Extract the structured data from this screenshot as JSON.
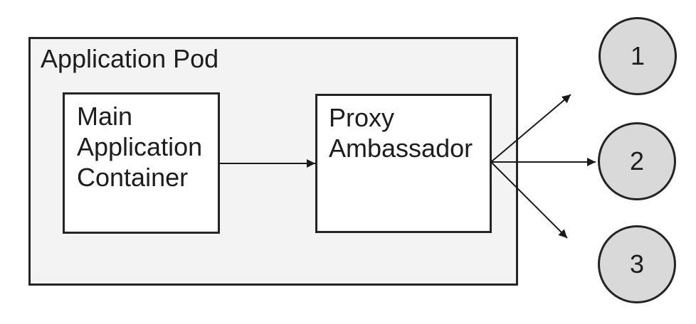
{
  "colors": {
    "background": "#ffffff",
    "pod_fill": "#f3f3f3",
    "node_fill": "#ffffff",
    "endpoint_fill": "#d9d9d9",
    "border": "#242424",
    "arrow": "#1a1a1a",
    "text": "#1d1d1d"
  },
  "pod": {
    "title": "Application Pod"
  },
  "nodes": {
    "main": {
      "label": "Main Application Container"
    },
    "proxy": {
      "label": "Proxy Ambassador"
    }
  },
  "endpoints": [
    {
      "label": "1"
    },
    {
      "label": "2"
    },
    {
      "label": "3"
    }
  ],
  "connections": [
    {
      "from": "Main Application Container",
      "to": "Proxy Ambassador"
    },
    {
      "from": "Proxy Ambassador",
      "to": "1"
    },
    {
      "from": "Proxy Ambassador",
      "to": "2"
    },
    {
      "from": "Proxy Ambassador",
      "to": "3"
    }
  ]
}
